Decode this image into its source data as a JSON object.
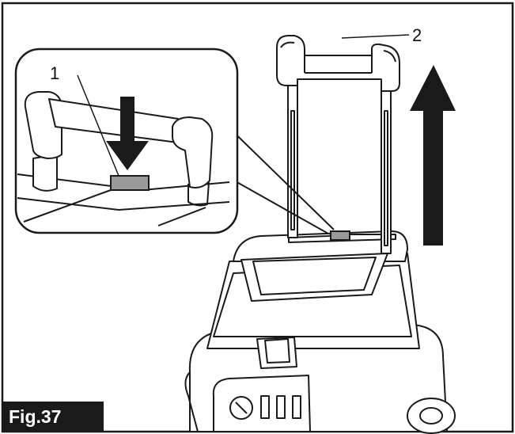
{
  "figure": {
    "label": "Fig.37",
    "callouts": [
      {
        "id": "1",
        "text": "1"
      },
      {
        "id": "2",
        "text": "2"
      }
    ]
  },
  "colors": {
    "line": "#1a1a1a",
    "fill_light": "#ffffff",
    "fill_button": "#9a9a9a",
    "arrow": "#1a1a1a",
    "label_bg": "#1a1a1a",
    "label_text": "#ffffff"
  }
}
